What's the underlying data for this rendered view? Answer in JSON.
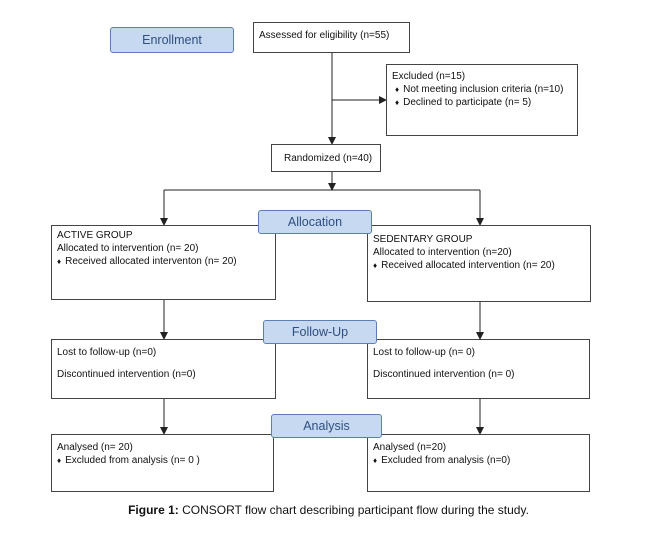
{
  "stages": {
    "enrollment": "Enrollment",
    "allocation": "Allocation",
    "follow_up": "Follow-Up",
    "analysis": "Analysis"
  },
  "assessed": "Assessed for eligibility (n=55)",
  "excluded": {
    "title": "Excluded (n=15)",
    "items": [
      "Not meeting inclusion criteria (n=10)",
      "Declined to participate (n= 5)"
    ]
  },
  "randomized": "Randomized (n=40)",
  "active": {
    "allocation": {
      "group": "ACTIVE GROUP",
      "allocated": "Allocated to intervention (n= 20)",
      "received": "Received allocated interventon (n= 20)"
    },
    "follow_up": {
      "lost": "Lost to follow-up (n=0)",
      "discontinued": "Discontinued intervention (n=0)"
    },
    "analysis": {
      "analysed": "Analysed (n= 20)",
      "excluded": "Excluded from analysis (n= 0 )"
    }
  },
  "sedentary": {
    "allocation": {
      "group": "SEDENTARY GROUP",
      "allocated": "Allocated to intervention (n=20)",
      "received": "Received allocated intervention (n= 20)"
    },
    "follow_up": {
      "lost": "Lost to follow-up (n= 0)",
      "discontinued": "Discontinued intervention (n= 0)"
    },
    "analysis": {
      "analysed": "Analysed (n=20)",
      "excluded": "Excluded from analysis (n=0)"
    }
  },
  "caption": {
    "label": "Figure 1:",
    "text": " CONSORT flow chart describing participant flow during the study."
  }
}
